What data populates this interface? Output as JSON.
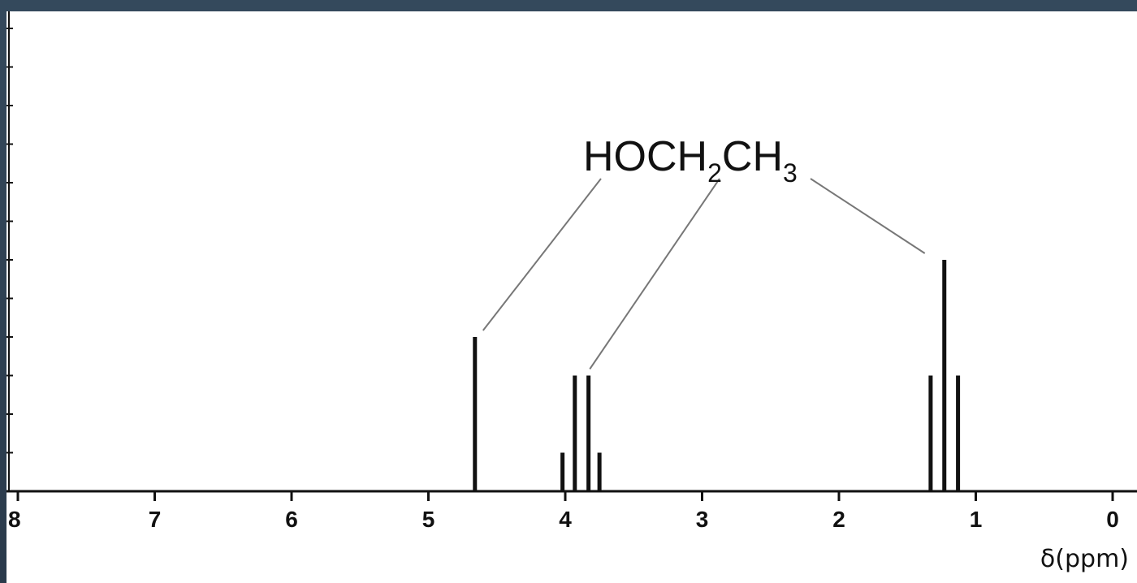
{
  "chart_data": {
    "type": "bar",
    "title": "",
    "xlabel": "δ(ppm)",
    "ylabel": "",
    "xlim": [
      8,
      0
    ],
    "ylim": [
      0,
      10
    ],
    "x_reversed": true,
    "x_ticks": [
      8,
      7,
      6,
      5,
      4,
      3,
      2,
      1,
      0
    ],
    "x_tick_labels": [
      "8",
      "7",
      "6",
      "5",
      "4",
      "3",
      "2",
      "1",
      "0"
    ],
    "grid": false,
    "legend": "none",
    "molecule": {
      "parts": [
        {
          "text": "HOCH",
          "sub": false
        },
        {
          "text": "2",
          "sub": true
        },
        {
          "text": "CH",
          "sub": false
        },
        {
          "text": "3",
          "sub": true
        }
      ]
    },
    "peaks": [
      {
        "group": "OH",
        "shift": 4.66,
        "height": 4
      },
      {
        "group": "CH2",
        "shift": 4.02,
        "height": 1
      },
      {
        "group": "CH2",
        "shift": 3.93,
        "height": 3
      },
      {
        "group": "CH2",
        "shift": 3.83,
        "height": 3
      },
      {
        "group": "CH2",
        "shift": 3.75,
        "height": 1
      },
      {
        "group": "CH3",
        "shift": 1.33,
        "height": 3
      },
      {
        "group": "CH3",
        "shift": 1.23,
        "height": 6
      },
      {
        "group": "CH3",
        "shift": 1.13,
        "height": 3
      }
    ],
    "annotations": [
      {
        "group": "OH",
        "target_shift": 4.66,
        "target_height": 4
      },
      {
        "group": "CH2",
        "target_shift": 3.88,
        "target_height": 3
      },
      {
        "group": "CH3",
        "target_shift": 1.23,
        "target_height": 6
      }
    ]
  },
  "colors": {
    "frame": "#2c3e4f",
    "plot_background": "#ffffff",
    "ink": "#111111",
    "leader_line": "#777777"
  }
}
